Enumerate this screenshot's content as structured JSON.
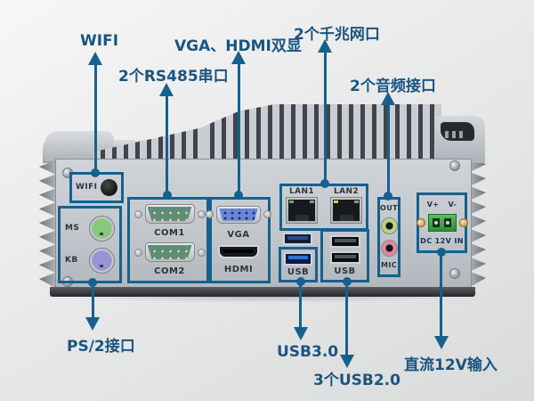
{
  "colors": {
    "callout_line": "#15618e",
    "callout_text": "#1a5580",
    "box_outline": "#15618e"
  },
  "callouts_top": [
    {
      "label": "WIFI"
    },
    {
      "label": "2个RS485串口"
    },
    {
      "label": "VGA、HDMI双显"
    },
    {
      "label": "2个千兆网口"
    },
    {
      "label": "2个音频接口"
    }
  ],
  "callouts_bottom": [
    {
      "label": "PS/2接口"
    },
    {
      "label": "USB3.0"
    },
    {
      "label": "3个USB2.0"
    },
    {
      "label": "直流12V输入"
    }
  ],
  "panel": {
    "wifi": "WIFI",
    "ms": "MS",
    "kb": "KB",
    "com1": "COM1",
    "com2": "COM2",
    "vga": "VGA",
    "hdmi": "HDMI",
    "lan1": "LAN1",
    "lan2": "LAN2",
    "usb_left": "USB",
    "usb_right": "USB",
    "out": "OUT",
    "mic": "MIC",
    "vplus": "V+",
    "vminus": "V-",
    "dc_in": "DC 12V IN"
  }
}
